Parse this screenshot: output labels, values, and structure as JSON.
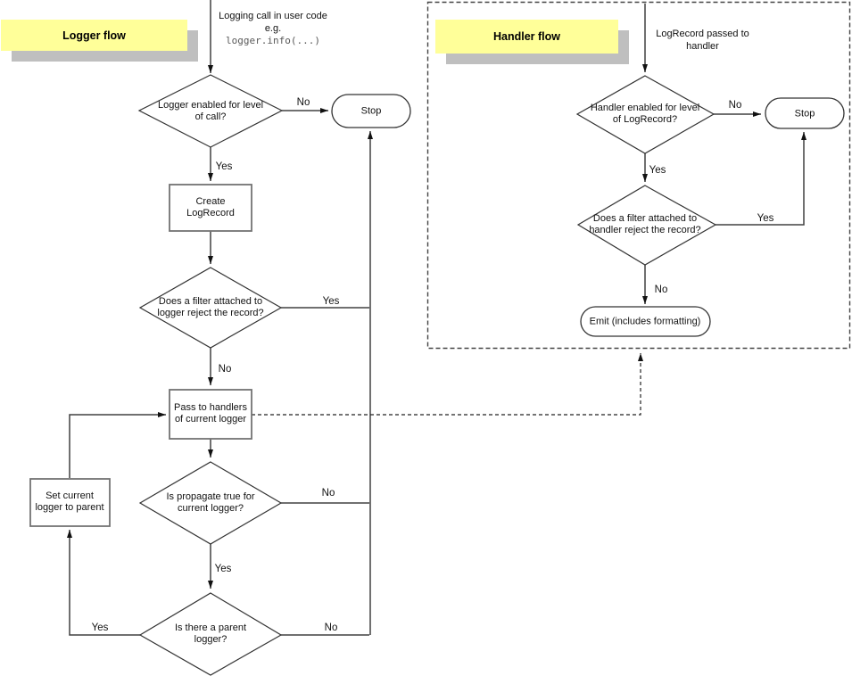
{
  "colors": {
    "title_background": "#FFFF99",
    "title_shadow": "#BFBFBF",
    "connector": "#404040",
    "box_border": "#737373",
    "shape_border": "#333333"
  },
  "labels": {
    "yes": "Yes",
    "no": "No"
  },
  "logger_flow": {
    "title": "Logger flow",
    "note_text": "Logging call in user code",
    "note_eg": "e.g.",
    "note_code": "logger.info(...)",
    "enabled_diamond": "Logger enabled for level of call?",
    "stop": "Stop",
    "create_box": "Create LogRecord",
    "filter_diamond": "Does a filter attached to logger reject the record?",
    "pass_box": "Pass to handlers of current logger",
    "propagate_diamond": "Is propagate true for current logger?",
    "parent_diamond": "Is there a parent logger?",
    "set_parent_box": "Set current logger to parent"
  },
  "handler_flow": {
    "title": "Handler flow",
    "note_text": "LogRecord passed to handler",
    "enabled_diamond": "Handler enabled for level of LogRecord?",
    "stop": "Stop",
    "filter_diamond": "Does a filter attached to handler reject the record?",
    "emit": "Emit (includes formatting)"
  }
}
